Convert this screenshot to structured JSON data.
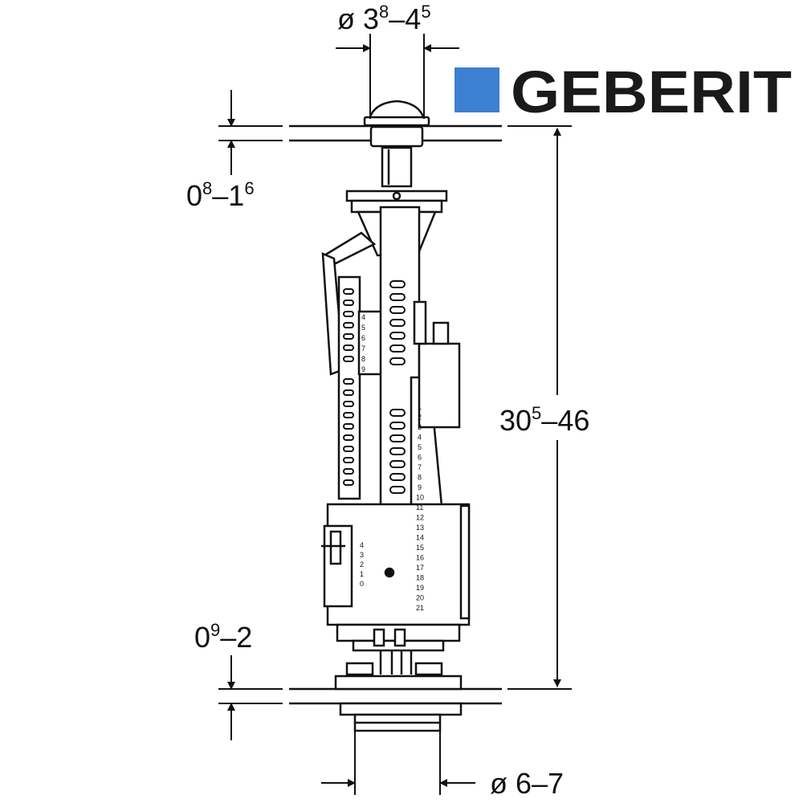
{
  "brand": {
    "name": "GEBERIT",
    "color": "#3d7fd0",
    "text_color": "#1a1a1a"
  },
  "dimensions": {
    "top_diameter": {
      "prefix": "ø 3",
      "sup1": "8",
      "mid": "–4",
      "sup2": "5"
    },
    "top_gap": {
      "a": "0",
      "sup1": "8",
      "mid": "–1",
      "sup2": "6"
    },
    "bottom_gap": {
      "a": "0",
      "sup1": "9",
      "mid": "–2"
    },
    "height": {
      "a": "30",
      "sup1": "5",
      "mid": "–46"
    },
    "bottom_diameter": {
      "text": "ø 6–7"
    }
  },
  "scales": {
    "left_upper": [
      "4",
      "5",
      "6",
      "7",
      "8",
      "9"
    ],
    "center": [
      "1",
      "2",
      "3",
      "4",
      "5",
      "6",
      "7",
      "8",
      "9",
      "10",
      "11",
      "12",
      "13",
      "14",
      "15",
      "16",
      "17",
      "18",
      "19",
      "20",
      "21"
    ],
    "lower_left": [
      "4",
      "3",
      "2",
      "1",
      "0"
    ]
  }
}
